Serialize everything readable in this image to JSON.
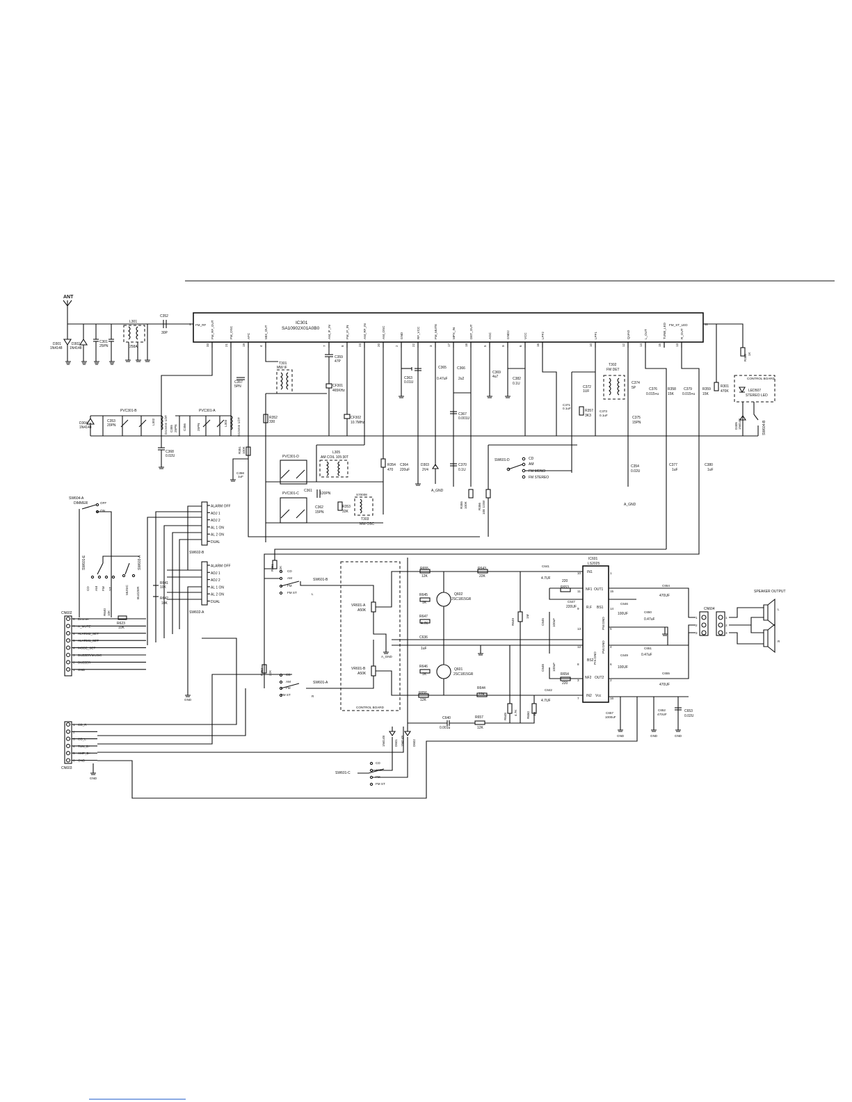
{
  "antenna": "ANT",
  "ic301": {
    "ref": "IC301",
    "part": "SA10902X01A0B0"
  },
  "ic301_pins": [
    {
      "name": "FM_RF",
      "num": "1"
    },
    {
      "name": "FM_RF_OUT",
      "num": "33"
    },
    {
      "name": "FM_OSC",
      "num": "21"
    },
    {
      "name": "AFC",
      "num": "19"
    },
    {
      "name": "MIX_OUT",
      "num": "4"
    },
    {
      "name": "AM_IF_IN",
      "num": "7"
    },
    {
      "name": "FM_IF_IN",
      "num": "8"
    },
    {
      "name": "AM_RF_IN",
      "num": "24"
    },
    {
      "name": "AM_OSC",
      "num": "20"
    },
    {
      "name": "GND",
      "num": "2"
    },
    {
      "name": "RF_VCC",
      "num": "22"
    },
    {
      "name": "FM_MUTE",
      "num": "3"
    },
    {
      "name": "MPX_IN",
      "num": "17"
    },
    {
      "name": "DET_OUT",
      "num": "18"
    },
    {
      "name": "AGC",
      "num": "5"
    },
    {
      "name": "GND2",
      "num": "9"
    },
    {
      "name": "VCC",
      "num": "6"
    },
    {
      "name": "LPF2",
      "num": "16"
    },
    {
      "name": "LPF1",
      "num": "10"
    },
    {
      "name": "QUAD",
      "num": "12"
    },
    {
      "name": "L_OUT",
      "num": "14"
    },
    {
      "name": "TUNE_LED",
      "num": "15"
    },
    {
      "name": "R_OUT",
      "num": "13"
    },
    {
      "name": "FM_ST_LED",
      "num": "11"
    }
  ],
  "components": {
    "l301": "L301",
    "l301v": "258A",
    "c352": "C352",
    "c352v": "30P",
    "d301": "D301",
    "d301v": "1N4148",
    "d302": "D302",
    "d302v": "1N4148",
    "c301": "C301",
    "c301v": "25PN",
    "d304": "D304",
    "d304v": "1N4148",
    "c353": "C353",
    "c353v": "20PN",
    "pvc301b": "PVC301-B",
    "pvc301a": "PVC301-A",
    "l302": "L302",
    "l302v": "D4.5mm 1/3T",
    "c355": "C355",
    "c355v": "25PN",
    "c356": "C356",
    "c356v": "25PN",
    "l303": "L303",
    "l303v": "D4.5mm 1/2T",
    "c368": "C368",
    "c368v": "0.02U",
    "c357": "C357",
    "c357v": "5PN",
    "t301": "T301",
    "t301v": "MW IF",
    "r352": "R352",
    "r352v": "330",
    "c359": "C359",
    "c359v": "47P",
    "cf301": "CF301",
    "cf301v": "465KHz",
    "cf302": "CF302",
    "cf302v": "10.7MHz",
    "r351": "R351",
    "r351v": "100K",
    "c358": "C358",
    "c358v": "1uF",
    "pvc301d": "PVC301-D",
    "pvc301c": "PVC301-C",
    "l305": "L305",
    "l305v": "AM COIL 105:30T",
    "c361": "C361",
    "c361v": "120PN",
    "c362": "C362",
    "c362v": "15PN",
    "r353": "R353",
    "r353v": "33K",
    "t303": "T303",
    "t303v": "MW OSC",
    "t303p": "S70008",
    "r354": "R354",
    "r354v": "470",
    "c363": "C363",
    "c363v": "0.01U",
    "c364": "C364",
    "c364v": "220uF",
    "d303": "D303",
    "d303v": "2V4",
    "a_gnd": "A_GND",
    "c365": "C365",
    "c365v": "0.47uF",
    "c366": "C366",
    "c366v": "2u2",
    "c367": "C367",
    "c367v": "0.001U",
    "c370": "C370",
    "c370v": "0.1U",
    "r355": "R355",
    "r355v": "100K",
    "r356": "R356",
    "r356v": "10E 1/4W",
    "c369": "C369",
    "c369v": "4u7",
    "c382": "C382",
    "c382v": "0.1U",
    "sw601d": "SW601-D",
    "cd": "CD",
    "am": "AM",
    "fm_mono": "FM MONO",
    "fm_stereo": "FM STEREO",
    "c371": "C371",
    "c371v": "0.1uF",
    "c372": "C372",
    "c372v": "1UF",
    "r357": "R357",
    "r357v": "3K3",
    "c373": "C373",
    "c373v": "0.1uF",
    "t302": "T302",
    "t302v": "FM DET",
    "c374": "C374",
    "c374v": "5P",
    "c375": "C375",
    "c375v": "15PN",
    "c376": "C376",
    "c376v": "0.015+u",
    "r358": "R358",
    "r358v": "15K",
    "c379": "C379",
    "c379v": "0.015+u",
    "r359": "R359",
    "r359v": "15K",
    "r301": "R301",
    "r301v": "470K",
    "c354": "C354",
    "c354v": "0.02U",
    "c377": "C377",
    "c377v": "1uF",
    "c380": "C380",
    "c380v": "1uF",
    "r360": "R360",
    "r360v": "1K",
    "control_board": "CONTROL BOARD",
    "led507": "LED507",
    "led507v": "STEREO LED",
    "sw604b": "SW604-B",
    "d305": "D305",
    "d305v": "1N4148"
  },
  "left_controls": {
    "sw604a": "SW604-A",
    "dimmer": "DIMMER",
    "off": "OFF",
    "on": "ON",
    "sw602b": "SW602-B",
    "sw602a": "SW602-A",
    "switch_items": [
      "ALARM OFF",
      "ADJ 1",
      "ADJ 2",
      "AL 1 ON",
      "AL 2 ON",
      "DUAL"
    ],
    "sw601e": "SW601-E",
    "sw603a": "SW603-A",
    "music": "MUSIC",
    "buzzer": "BUZZER",
    "cd": "CD",
    "am": "AM",
    "fm": "FM",
    "st": "ST",
    "r641": "R641",
    "r641v": "10K",
    "r642": "R642",
    "r642v": "10K",
    "r640": "R640",
    "r640v": "10K",
    "r623": "R623",
    "r623v": "10K",
    "gnd": "GND"
  },
  "cn602": {
    "ref": "CN602",
    "pins": [
      {
        "num": "8",
        "label": "Dimmer"
      },
      {
        "num": "7",
        "label": "A_MUTE"
      },
      {
        "num": "6",
        "label": "ALARM2_SET"
      },
      {
        "num": "5",
        "label": "ALARM1_SET"
      },
      {
        "num": "4",
        "label": "MODE_SET"
      },
      {
        "num": "3",
        "label": "BUZZER/MUSIC"
      },
      {
        "num": "2",
        "label": "BUZZER"
      },
      {
        "num": "1",
        "label": "GND"
      }
    ]
  },
  "cn603": {
    "ref": "CN603",
    "pins": [
      {
        "num": "1",
        "label": "CD_R"
      },
      {
        "num": "2",
        "label": ""
      },
      {
        "num": "3",
        "label": "CD_L"
      },
      {
        "num": "4",
        "label": "TUN_B+"
      },
      {
        "num": "5",
        "label": "AMP_B+"
      },
      {
        "num": "6",
        "label": "GND"
      }
    ],
    "gnd": "GND"
  },
  "source_switch": {
    "sw601b": "SW601-B",
    "sw601a": "SW601-A",
    "sw601c": "SW601-C",
    "cd": "CD",
    "am": "AM",
    "fm": "FM",
    "fm_st": "FM ST",
    "l": "L",
    "r": "R",
    "r361": "R361",
    "r361v": "22K",
    "r362": "R362",
    "r362v": "22K"
  },
  "amp": {
    "ic601": "IC601",
    "ic601v": "LS2025",
    "vr601a": "VR601-A",
    "vr601av": "A50K",
    "vr601b": "VR601-B",
    "vr601bv": "A50K",
    "a_gnd": "A_GND",
    "control_board": "CONTROL BOARD",
    "r655": "R655",
    "r655v": "12K",
    "r643": "R643",
    "r643v": "22K",
    "r645": "R645",
    "r645v": "1K",
    "q602": "Q602",
    "q602v": "2SC1815GR",
    "r647": "R647",
    "r647v": "4.7K",
    "c636": "C636",
    "c636v": "1uF",
    "r646": "R646",
    "r646v": "1K",
    "q601": "Q601",
    "q601v": "2SC1815GR",
    "r656": "R656",
    "r656v": "12K",
    "r644": "R644",
    "r644v": "22K",
    "r649": "R649",
    "r649v": "1M",
    "r648": "R648",
    "r648v": "4.7K",
    "r650": "R650",
    "r650v": "1M",
    "c640": "C640",
    "c640v": "0.001u",
    "r657": "R657",
    "r657v": "12K",
    "c641": "C641",
    "c641v": "4.7UF",
    "r653": "R653",
    "r653v": "220",
    "c647": "C647",
    "c647v": "220UF",
    "c645": "C645",
    "c645v": "100uF",
    "c648": "C648",
    "c648v": "100uF",
    "r654": "R654",
    "r654v": "220",
    "c642": "C642",
    "c642v": "4.7UF",
    "pin_in1": "IN1",
    "pin_nf1": "NF1",
    "pin_rf": "R.F",
    "pin_pregnd": "Pre.GND",
    "pin_bs2": "BS2",
    "pin_nf2": "NF2",
    "pin_in2": "IN2",
    "pin_vcc": "Vcc",
    "pin_out1": "OUT1",
    "pin_bs1": "BS1",
    "pin_pwgnd": "PW.GND",
    "pin_out2": "OUT2",
    "c654": "C654",
    "c654v": "470UF",
    "c646": "C646",
    "c646v": "100UF",
    "c650": "C650",
    "c650v": "0.47uF",
    "c651": "C651",
    "c651v": "0.47uF",
    "c649": "C649",
    "c649v": "100UF",
    "c655": "C655",
    "c655v": "470UF",
    "c657": "C657",
    "c657v": "1000uF",
    "c652": "C652",
    "c652v": "470UF",
    "c653": "C653",
    "c653v": "0.02U",
    "gnd": "GND",
    "cn604": "CN604",
    "speaker_output": "SPEAKER OUTPUT",
    "spk_l": "L",
    "spk_r": "R",
    "d601": "D601",
    "d601v": "1N4148",
    "d602": "D602",
    "d602v": "1N4148"
  }
}
